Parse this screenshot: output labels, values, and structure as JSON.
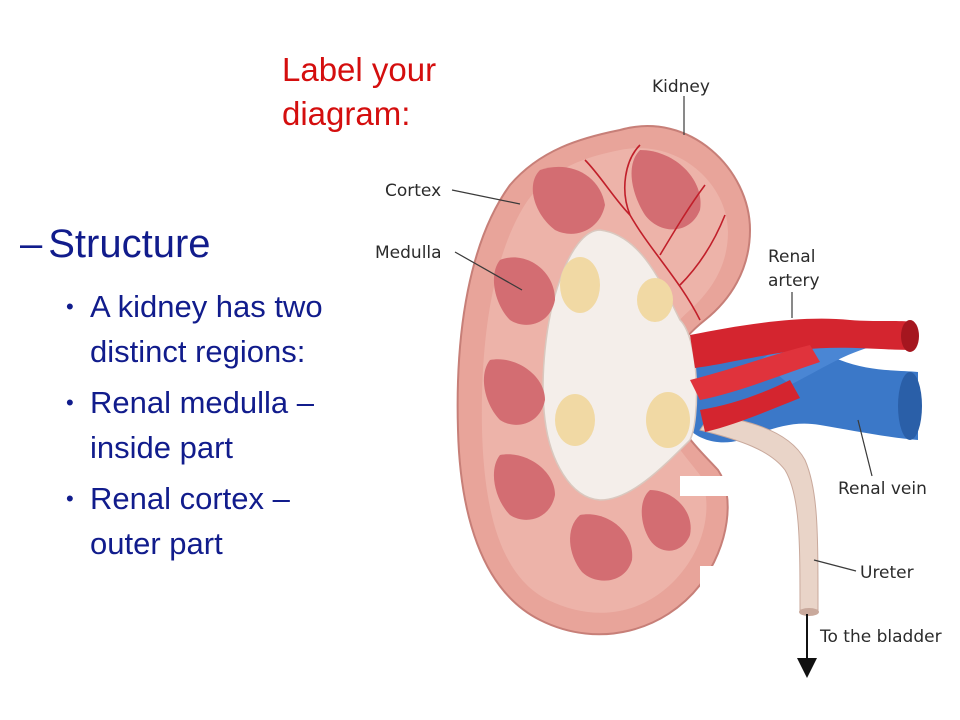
{
  "title": {
    "line1": "Label your",
    "line2": "diagram:"
  },
  "structure": {
    "dash": "–",
    "heading": "Structure"
  },
  "bullets": [
    {
      "line1": "A kidney has two",
      "line2": "distinct regions:"
    },
    {
      "line1": "Renal medulla –",
      "line2": "inside part"
    },
    {
      "line1": "Renal cortex –",
      "line2": "outer part"
    }
  ],
  "labels": {
    "kidney": "Kidney",
    "cortex": "Cortex",
    "medulla": "Medulla",
    "renal_artery_1": "Renal",
    "renal_artery_2": "artery",
    "renal_vein": "Renal vein",
    "ureter": "Ureter",
    "to_bladder": "To the bladder"
  },
  "colors": {
    "title": "#d40e0e",
    "text": "#111c8c",
    "cortex": "#e8a49a",
    "medulla": "#d36d72",
    "pelvis": "#f4eeea",
    "fat": "#f1d9a4",
    "artery": "#d4252f",
    "vein": "#3b78c8",
    "ureter": "#e9d4c8"
  }
}
